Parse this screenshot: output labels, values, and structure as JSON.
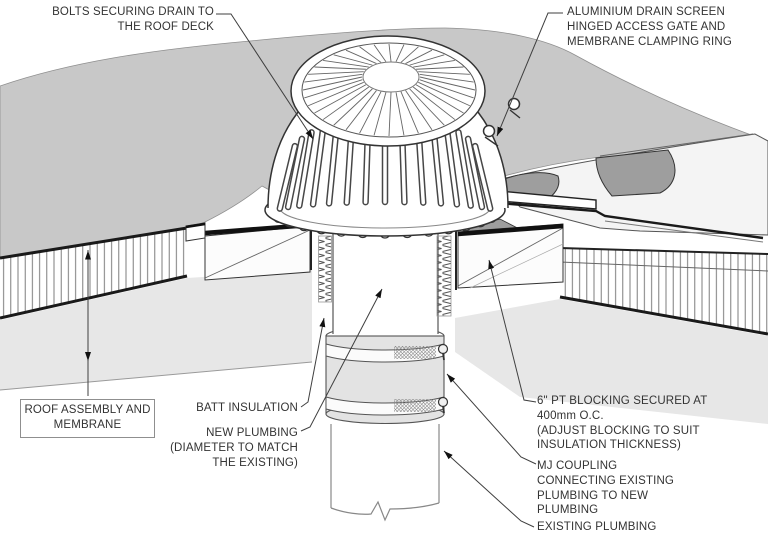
{
  "diagram_type": "roof-drain-construction-detail",
  "labels": {
    "bolts": {
      "lines": [
        "BOLTS SECURING DRAIN TO",
        "THE ROOF DECK"
      ]
    },
    "aluminium": {
      "lines": [
        "ALUMINIUM DRAIN SCREEN",
        "HINGED ACCESS GATE AND",
        "MEMBRANE CLAMPING RING"
      ]
    },
    "roof_assembly": {
      "lines": [
        "ROOF ASSEMBLY AND",
        "MEMBRANE"
      ]
    },
    "batt": {
      "lines": [
        "BATT INSULATION"
      ]
    },
    "new_plumbing": {
      "lines": [
        "NEW PLUMBING",
        "(DIAMETER TO MATCH",
        "THE EXISTING)"
      ]
    },
    "pt_blocking": {
      "lines": [
        "6\" PT BLOCKING SECURED AT",
        "400mm O.C.",
        "(ADJUST BLOCKING TO SUIT",
        "INSULATION THICKNESS)"
      ]
    },
    "mj_coupling": {
      "lines": [
        "MJ COUPLING",
        "CONNECTING EXISTING",
        "PLUMBING TO NEW",
        "PLUMBING"
      ]
    },
    "existing_plumbing": {
      "lines": [
        "EXISTING PLUMBING"
      ]
    }
  },
  "colors": {
    "roof_gray": "#c8c8c8",
    "flap_gray": "#9e9e9e",
    "fascia_gray": "#e7e7e7",
    "wedge_white": "#f4f4f4",
    "sleeve_gray": "#e3e3e3",
    "blocking_white": "#fcfcfc",
    "line_dark": "#1a1a1a",
    "text_color": "#333333"
  }
}
